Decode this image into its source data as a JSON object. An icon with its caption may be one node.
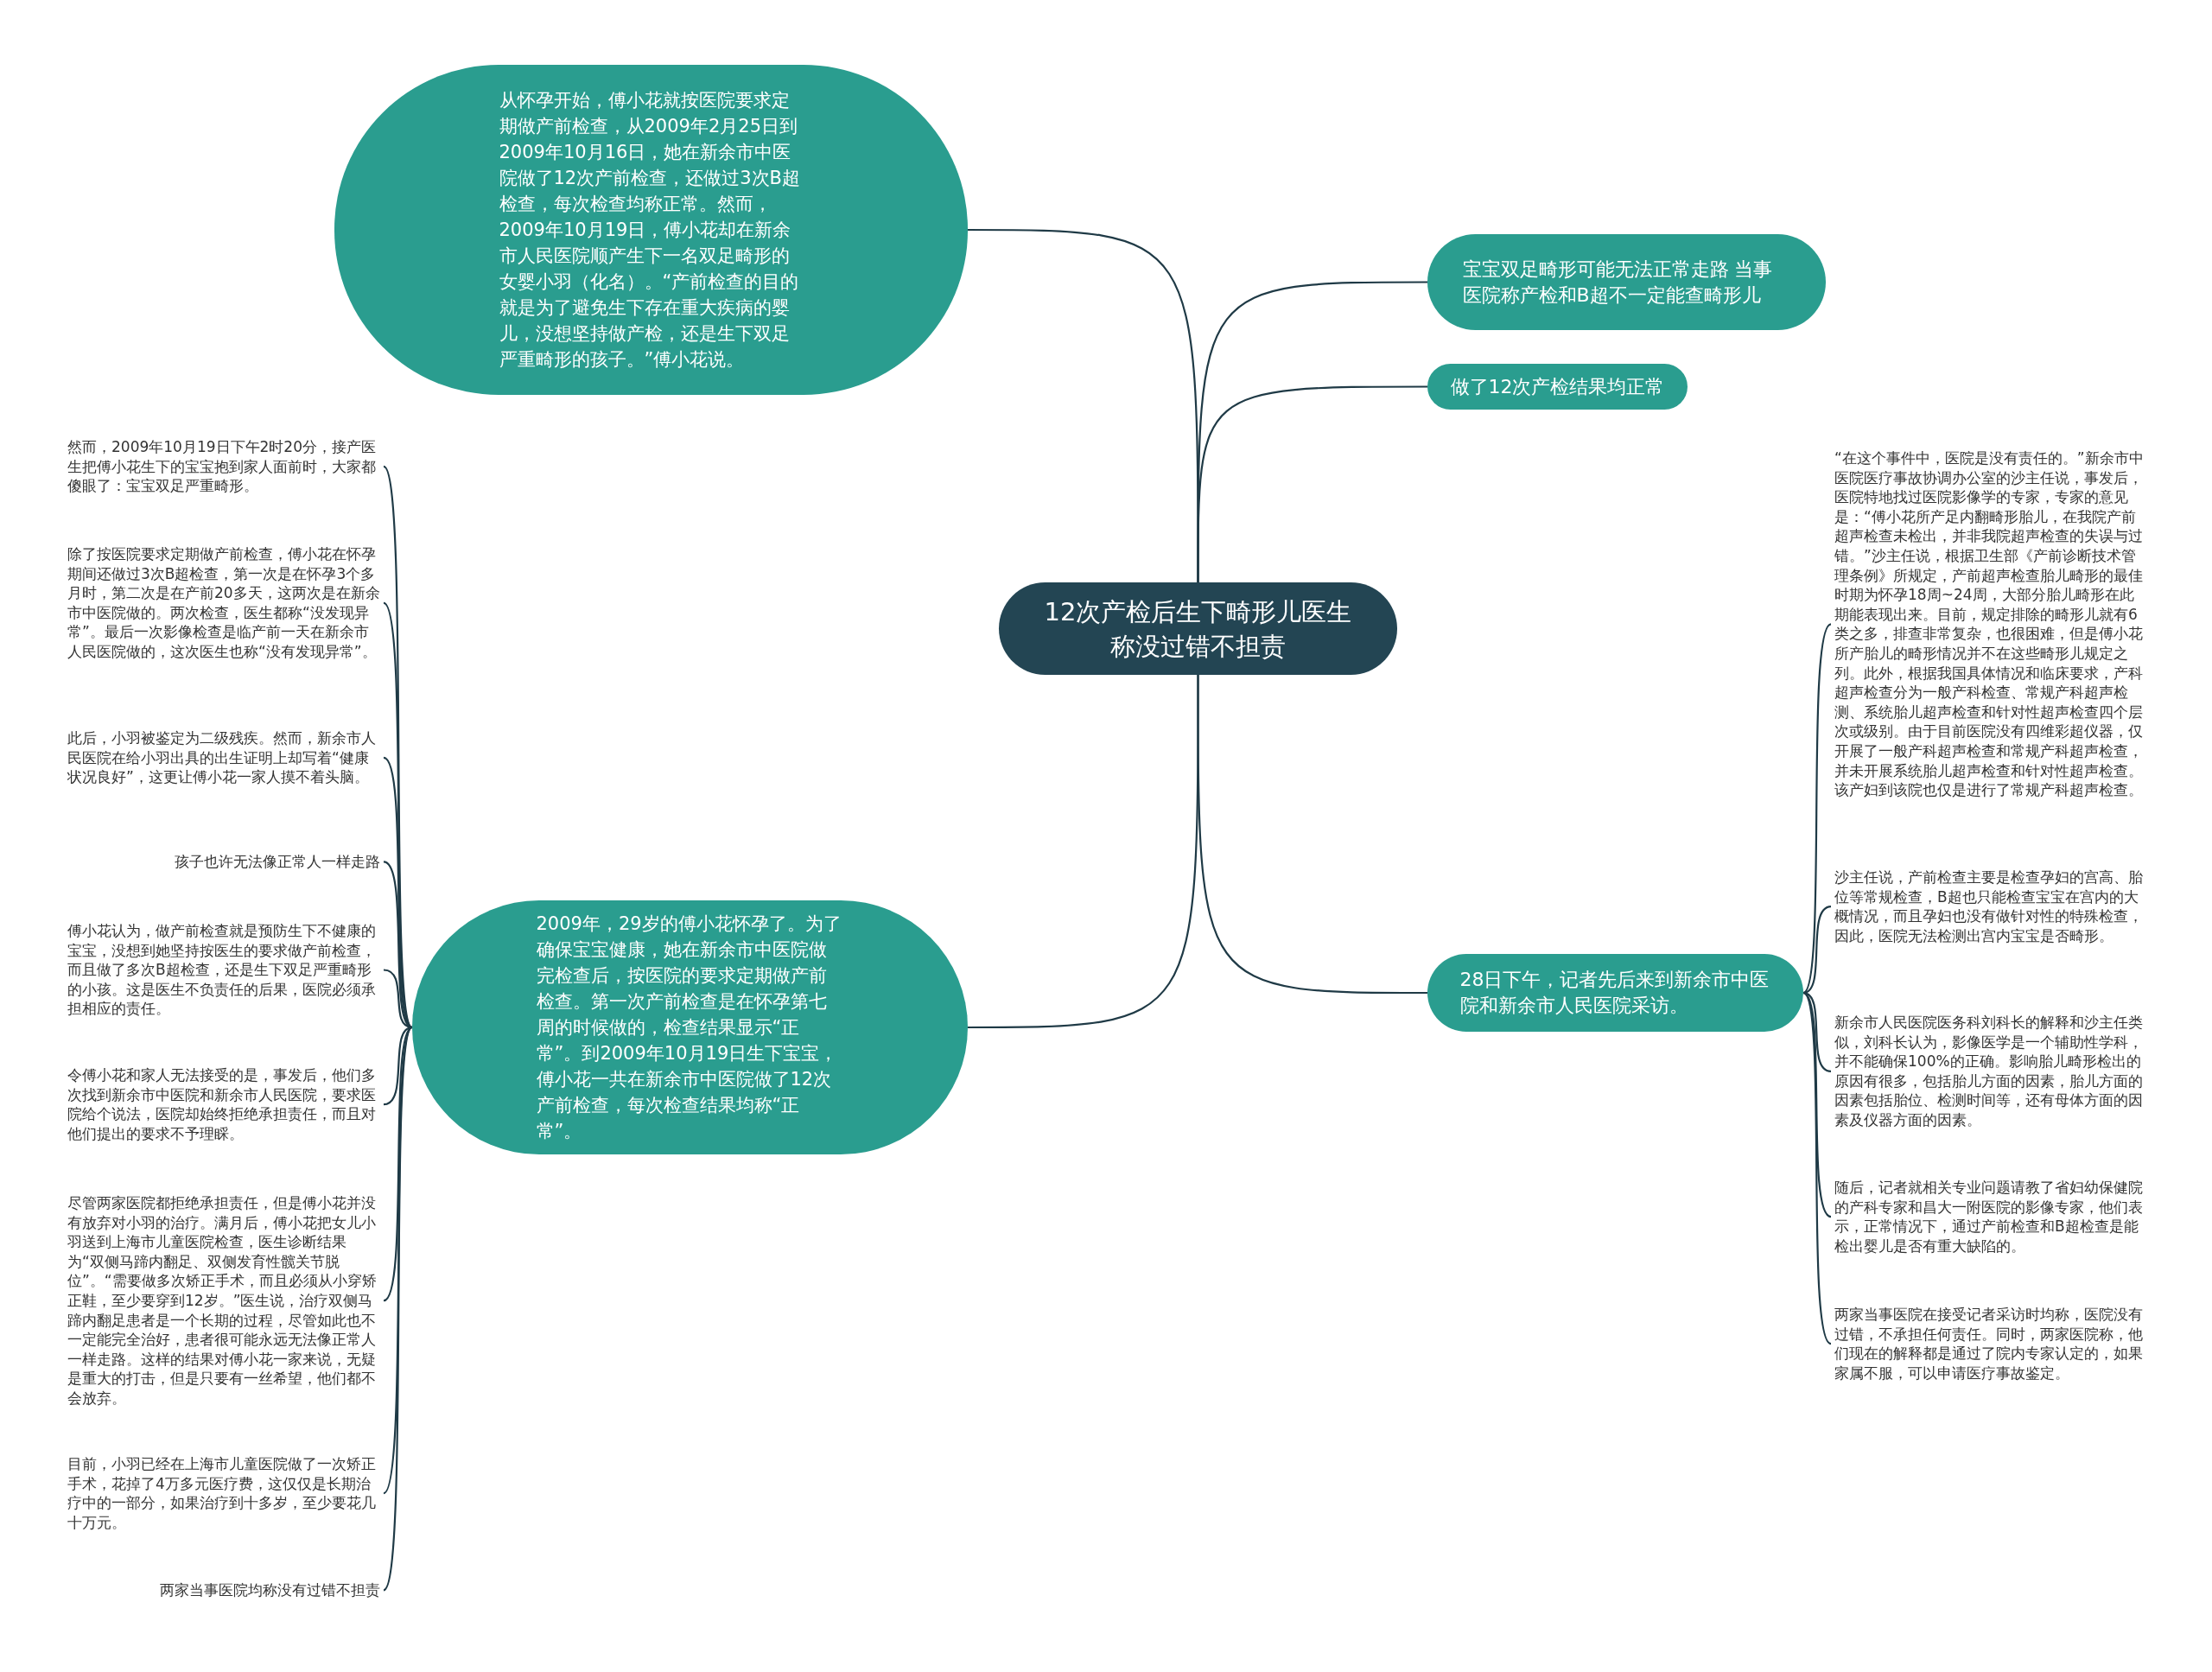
{
  "diagram": {
    "nodes": [
      {
        "text": [
          "12次产检后生下畸形儿医生称没过错不担责"
        ]
      },
      {
        "text": [
          "从怀孕开始，傅小花就按医院要求定期做产前检查，从2009年2月25日到2009年10月16日，她在新余市中医院做了12次产前检查，还做过3次B超检查，每次检查均称正常。然而，2009年10月19日，傅小花却在新余市人民医院顺产生下一名双足畸形的女婴小羽（化名）。“产前检查的目的就是为了避免生下存在重大疾病的婴儿，没想坚持做产检，还是生下双足严重畸形的孩子。”傅小花说。"
        ]
      },
      {
        "text": [
          "宝宝双足畸形可能无法正常走路 当事医院称产检和B超不一定能查畸形儿"
        ]
      },
      {
        "text": [
          "做了12次产检结果均正常"
        ]
      },
      {
        "text": [
          "28日下午，记者先后来到新余市中医院和新余市人民医院采访。"
        ]
      },
      {
        "text": [
          "2009年，29岁的傅小花怀孕了。为了确保宝宝健康，她在新余市中医院做完检查后，按医院的要求定期做产前检查。第一次产前检查是在怀孕第七周的时候做的，检查结果显示“正常”。到2009年10月19日生下宝宝，傅小花一共在新余市中医院做了12次产前检查，每次检查结果均称“正常”。"
        ]
      },
      {
        "text": [
          "然而，2009年10月19日下午2时20分，接产医生把傅小花生下的宝宝抱到家人面前时，大家都傻眼了：宝宝双足严重畸形。"
        ]
      },
      {
        "text": [
          "除了按医院要求定期做产前检查，傅小花在怀孕期间还做过3次B超检查，第一次是在怀孕3个多月时，第二次是在产前20多天，这两次是在新余市中医院做的。两次检查，医生都称“没发现异常”。最后一次影像检查是临产前一天在新余市人民医院做的，这次医生也称“没有发现异常”。"
        ]
      },
      {
        "text": [
          "此后，小羽被鉴定为二级残疾。然而，新余市人民医院在给小羽出具的出生证明上却写着“健康状况良好”，这更让傅小花一家人摸不着头脑。"
        ]
      },
      {
        "text": [
          "孩子也许无法像正常人一样走路"
        ]
      },
      {
        "text": [
          "傅小花认为，做产前检查就是预防生下不健康的宝宝，没想到她坚持按医生的要求做产前检查，而且做了多次B超检查，还是生下双足严重畸形的小孩。这是医生不负责任的后果，医院必须承担相应的责任。"
        ]
      },
      {
        "text": [
          "令傅小花和家人无法接受的是，事发后，他们多次找到新余市中医院和新余市人民医院，要求医院给个说法，医院却始终拒绝承担责任，而且对他们提出的要求不予理睬。"
        ]
      },
      {
        "text": [
          "尽管两家医院都拒绝承担责任，但是傅小花并没有放弃对小羽的治疗。满月后，傅小花把女儿小羽送到上海市儿童医院检查，医生诊断结果为“双侧马蹄内翻足、双侧发育性髋关节脱位”。“需要做多次矫正手术，而且必须从小穿矫正鞋，至少要穿到12岁。”医生说，治疗双侧马蹄内翻足患者是一个长期的过程，尽管如此也不一定能完全治好，患者很可能永远无法像正常人一样走路。这样的结果对傅小花一家来说，无疑是重大的打击，但是只要有一丝希望，他们都不会放弃。"
        ]
      },
      {
        "text": [
          "目前，小羽已经在上海市儿童医院做了一次矫正手术，花掉了4万多元医疗费，这仅仅是长期治疗中的一部分，如果治疗到十多岁，至少要花几十万元。"
        ]
      },
      {
        "text": [
          "两家当事医院均称没有过错不担责"
        ]
      },
      {
        "text": [
          "“在这个事件中，医院是没有责任的。”新余市中医院医疗事故协调办公室的沙主任说，事发后，医院特地找过医院影像学的专家，专家的意见是：“傅小花所产足内翻畸形胎儿，在我院产前超声检查未检出，并非我院超声检查的失误与过错。”沙主任说，根据卫生部《产前诊断技术管理条例》所规定，产前超声检查胎儿畸形的最佳时期为怀孕18周~24周，大部分胎儿畸形在此期能表现出来。目前，规定排除的畸形儿就有6类之多，排查非常复杂，也很困难，但是傅小花所产胎儿的畸形情况并不在这些畸形儿规定之列。此外，根据我国具体情况和临床要求，产科超声检查分为一般产科检查、常规产科超声检测、系统胎儿超声检查和针对性超声检查四个层次或级别。由于目前医院没有四维彩超仪器，仅开展了一般产科超声检查和常规产科超声检查，并未开展系统胎儿超声检查和针对性超声检查。该产妇到该院也仅是进行了常规产科超声检查。"
        ]
      },
      {
        "text": [
          "沙主任说，产前检查主要是检查孕妇的宫高、胎位等常规检查，B超也只能检查宝宝在宫内的大概情况，而且孕妇也没有做针对性的特殊检查，因此，医院无法检测出宫内宝宝是否畸形。"
        ]
      },
      {
        "text": [
          "新余市人民医院医务科刘科长的解释和沙主任类似，刘科长认为，影像医学是一个辅助性学科，并不能确保100%的正确。影响胎儿畸形检出的原因有很多，包括胎儿方面的因素，胎儿方面的因素包括胎位、检测时间等，还有母体方面的因素及仪器方面的因素。"
        ]
      },
      {
        "text": [
          "随后，记者就相关专业问题请教了省妇幼保健院的产科专家和昌大一附医院的影像专家，他们表示，正常情况下，通过产前检查和B超检查是能检出婴儿是否有重大缺陷的。"
        ]
      },
      {
        "text": [
          "两家当事医院在接受记者采访时均称，医院没有过错，不承担任何责任。同时，两家医院称，他们现在的解释都是通过了院内专家认定的，如果家属不服，可以申请医疗事故鉴定。"
        ]
      }
    ],
    "edges": [
      {
        "from": 0,
        "to": 1,
        "arrow": "none"
      },
      {
        "from": 0,
        "to": 2,
        "arrow": "none"
      },
      {
        "from": 0,
        "to": 3,
        "arrow": "none"
      },
      {
        "from": 0,
        "to": 4,
        "arrow": "none"
      },
      {
        "from": 0,
        "to": 5,
        "arrow": "none"
      },
      {
        "from": 5,
        "to": 6,
        "arrow": "none"
      },
      {
        "from": 5,
        "to": 7,
        "arrow": "none"
      },
      {
        "from": 5,
        "to": 8,
        "arrow": "none"
      },
      {
        "from": 5,
        "to": 9,
        "arrow": "none"
      },
      {
        "from": 5,
        "to": 10,
        "arrow": "none"
      },
      {
        "from": 5,
        "to": 11,
        "arrow": "none"
      },
      {
        "from": 5,
        "to": 12,
        "arrow": "none"
      },
      {
        "from": 5,
        "to": 13,
        "arrow": "none"
      },
      {
        "from": 5,
        "to": 14,
        "arrow": "none"
      },
      {
        "from": 4,
        "to": 15,
        "arrow": "none"
      },
      {
        "from": 4,
        "to": 16,
        "arrow": "none"
      },
      {
        "from": 4,
        "to": 17,
        "arrow": "none"
      },
      {
        "from": 4,
        "to": 18,
        "arrow": "none"
      },
      {
        "from": 4,
        "to": 19,
        "arrow": "none"
      }
    ]
  }
}
